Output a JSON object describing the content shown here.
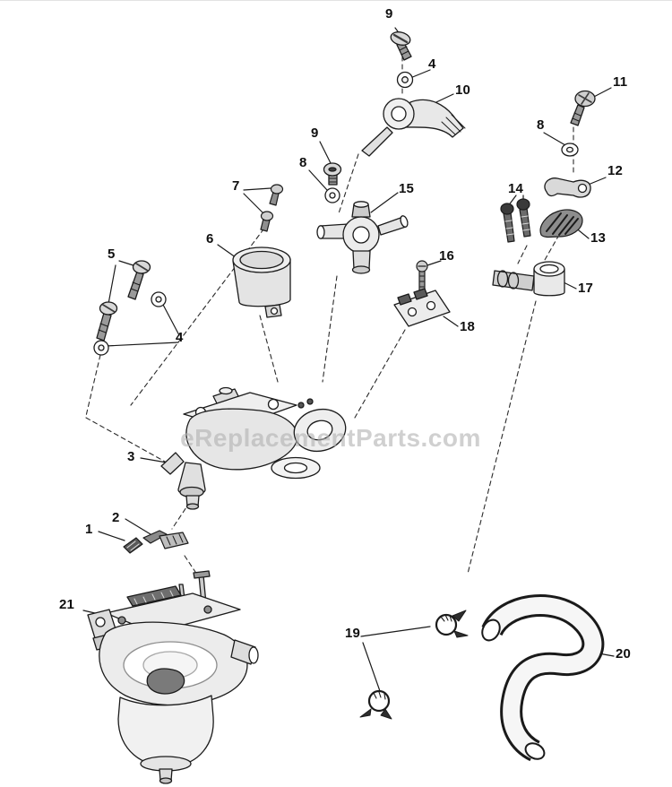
{
  "page": {
    "background": "#ffffff",
    "line_color": "#1b1b1b",
    "watermark_text": "eReplacementParts.com",
    "watermark_color": "#b4b4b4"
  },
  "diagram": {
    "callouts": [
      {
        "id": "callout-9-top",
        "label": "9"
      },
      {
        "id": "callout-4-top",
        "label": "4"
      },
      {
        "id": "callout-10",
        "label": "10"
      },
      {
        "id": "callout-11",
        "label": "11"
      },
      {
        "id": "callout-8-right",
        "label": "8"
      },
      {
        "id": "callout-9-mid",
        "label": "9"
      },
      {
        "id": "callout-8-mid",
        "label": "8"
      },
      {
        "id": "callout-12",
        "label": "12"
      },
      {
        "id": "callout-7",
        "label": "7"
      },
      {
        "id": "callout-15",
        "label": "15"
      },
      {
        "id": "callout-14",
        "label": "14"
      },
      {
        "id": "callout-13",
        "label": "13"
      },
      {
        "id": "callout-6",
        "label": "6"
      },
      {
        "id": "callout-5",
        "label": "5"
      },
      {
        "id": "callout-16",
        "label": "16"
      },
      {
        "id": "callout-17",
        "label": "17"
      },
      {
        "id": "callout-4-left",
        "label": "4"
      },
      {
        "id": "callout-18",
        "label": "18"
      },
      {
        "id": "callout-3",
        "label": "3"
      },
      {
        "id": "callout-2",
        "label": "2"
      },
      {
        "id": "callout-1",
        "label": "1"
      },
      {
        "id": "callout-21",
        "label": "21"
      },
      {
        "id": "callout-19",
        "label": "19"
      },
      {
        "id": "callout-20",
        "label": "20"
      }
    ]
  }
}
